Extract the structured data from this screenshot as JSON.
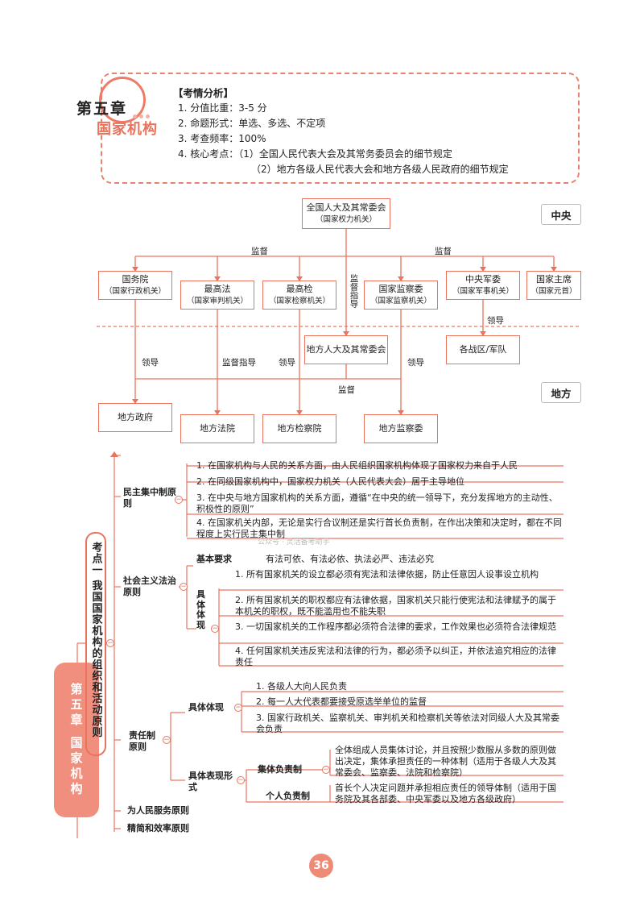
{
  "header": {
    "chapter_no": "第五章",
    "chapter_title": "国家机构",
    "analysis_title": "【考情分析】",
    "lines": [
      "1. 分值比重：3-5 分",
      "2. 命题形式：单选、多选、不定项",
      "3. 考查频率：100%",
      "4. 核心考点：（1）全国人民代表大会及其常务委员会的细节规定",
      "（2）地方各级人民代表大会和地方各级人民政府的细节规定"
    ]
  },
  "org": {
    "npc": {
      "name": "全国人大及其常委会",
      "sub": "（国家权力机关）"
    },
    "zone_central": "中央",
    "zone_local": "地方",
    "supervise_left": "监督",
    "supervise_right": "监督",
    "supervise_guide_vertical": "监督指导",
    "organs": [
      {
        "name": "国务院",
        "sub": "（国家行政机关）"
      },
      {
        "name": "最高法",
        "sub": "（国家审判机关）"
      },
      {
        "name": "最高检",
        "sub": "（国家检察机关）"
      },
      {
        "name": "国家监察委",
        "sub": "（国家监察机关）"
      },
      {
        "name": "中央军委",
        "sub": "（国家军事机关）"
      },
      {
        "name": "国家主席",
        "sub": "（国家元首）"
      }
    ],
    "local_npc": "地方人大及其常委会",
    "theaters": "各战区/军队",
    "lead_military": "领导",
    "lead_gov": "领导",
    "supervise_guide_court": "监督指导",
    "lead_proc": "领导",
    "lead_super": "领导",
    "local_supervise": "监督",
    "local_gov": "地方政府",
    "local_court": "地方法院",
    "local_proc": "地方检察院",
    "local_super": "地方监察委"
  },
  "mindmap": {
    "chapter_pill": "第五章 国家机构",
    "topic": "考点一 我国国家机构的组织和活动原则",
    "dc": {
      "label": "民主集中制原则",
      "items": [
        "1. 在国家机构与人民的关系方面，由人民组织国家机构体现了国家权力来自于人民",
        "2. 在同级国家机构中，国家权力机关（人民代表大会）居于主导地位",
        "3. 在中央与地方国家机构的关系方面，遵循“在中央的统一领导下，充分发挥地方的主动性、积极性的原则”",
        "4. 在国家机关内部，无论是实行合议制还是实行首长负责制，在作出决策和决定时，都在不同程度上实行民主集中制"
      ]
    },
    "watermark": "公众号 · 灵活备考助手",
    "rl": {
      "label": "社会主义法治原则",
      "basic_label": "基本要求",
      "basic_text": "有法可依、有法必依、执法必严、违法必究",
      "spec_label": "具体体现",
      "items": [
        "1. 所有国家机关的设立都必须有宪法和法律依据，防止任意因人设事设立机构",
        "2. 所有国家机关的职权都应有法律依据，国家机关只能行使宪法和法律赋予的属于本机关的职权，既不能滥用也不能失职",
        "3. 一切国家机关的工作程序都必须符合法律的要求，工作效果也必须符合法律规范",
        "4. 任何国家机关违反宪法和法律的行为，都必须予以纠正，并依法追究相应的法律责任"
      ]
    },
    "resp": {
      "label": "责任制原则",
      "spec_label": "具体体现",
      "items": [
        "1. 各级人大向人民负责",
        "2. 每一人大代表都要接受原选举单位的监督",
        "3. 国家行政机关、监察机关、审判机关和检察机关等依法对同级人大及其常委会负责"
      ],
      "form_label": "具体表现形式",
      "collective_label": "集体负责制",
      "collective_text": "全体组成人员集体讨论，并且按照少数服从多数的原则做出决定，集体承担责任的一种体制（适用于各级人大及其常委会、监察委、法院和检察院）",
      "individual_label": "个人负责制",
      "individual_text": "首长个人决定问题并承担相应责任的领导体制（适用于国务院及其各部委、中央军委以及地方各级政府）"
    },
    "serve": "为人民服务原则",
    "efficiency": "精简和效率原则"
  },
  "page_number": "36",
  "colors": {
    "accent": "#e9735d",
    "pill": "#f08f7e"
  }
}
